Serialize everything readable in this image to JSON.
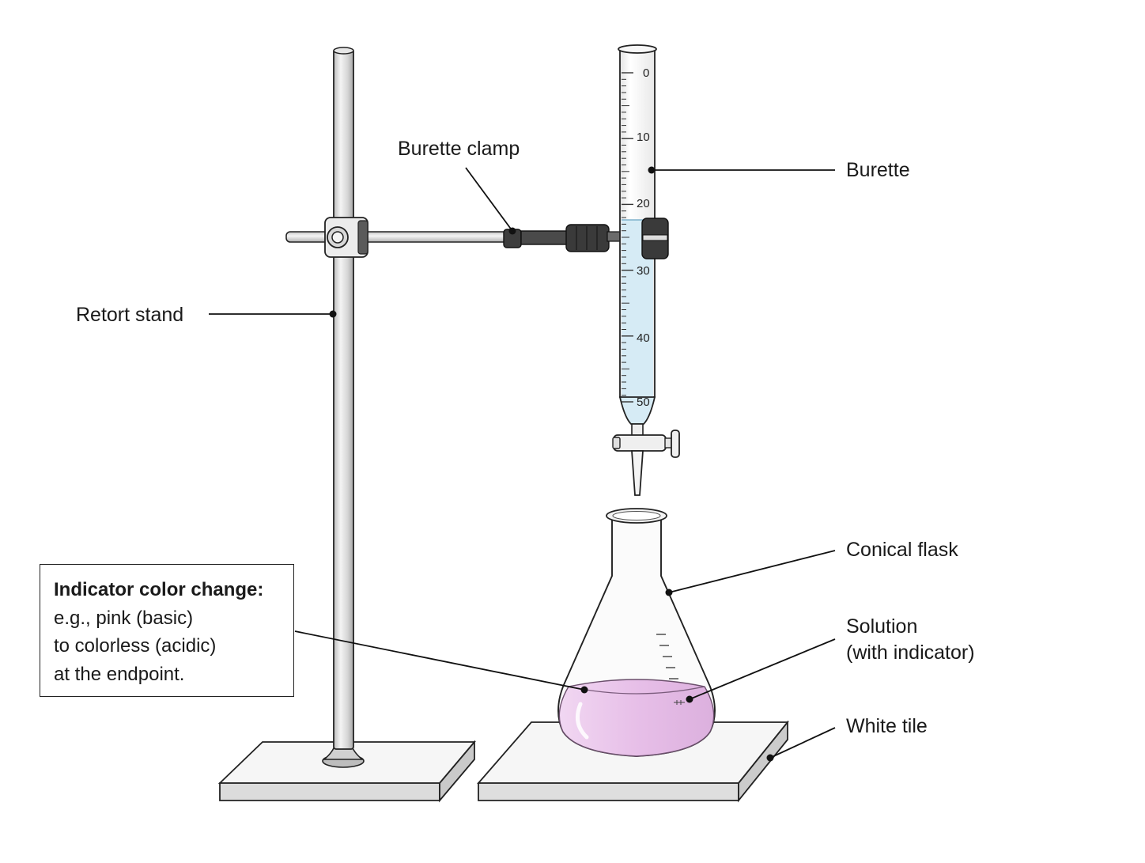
{
  "labels": {
    "burette_clamp": "Burette clamp",
    "burette": "Burette",
    "retort_stand": "Retort stand",
    "conical_flask": "Conical flask",
    "solution_line1": "Solution",
    "solution_line2": "(with indicator)",
    "white_tile": "White tile"
  },
  "burette_scale": [
    "0",
    "10",
    "20",
    "30",
    "40",
    "50"
  ],
  "note": {
    "title": "Indicator color change:",
    "lines": [
      "e.g., pink (basic)",
      "to colorless (acidic)",
      "at the endpoint."
    ]
  },
  "colors": {
    "solution_pink": "#e9c4ea",
    "burette_liquid": "#d6ebf5",
    "rod_grey": "#d9d9d9",
    "clamp_dark": "#3a3a3a"
  }
}
